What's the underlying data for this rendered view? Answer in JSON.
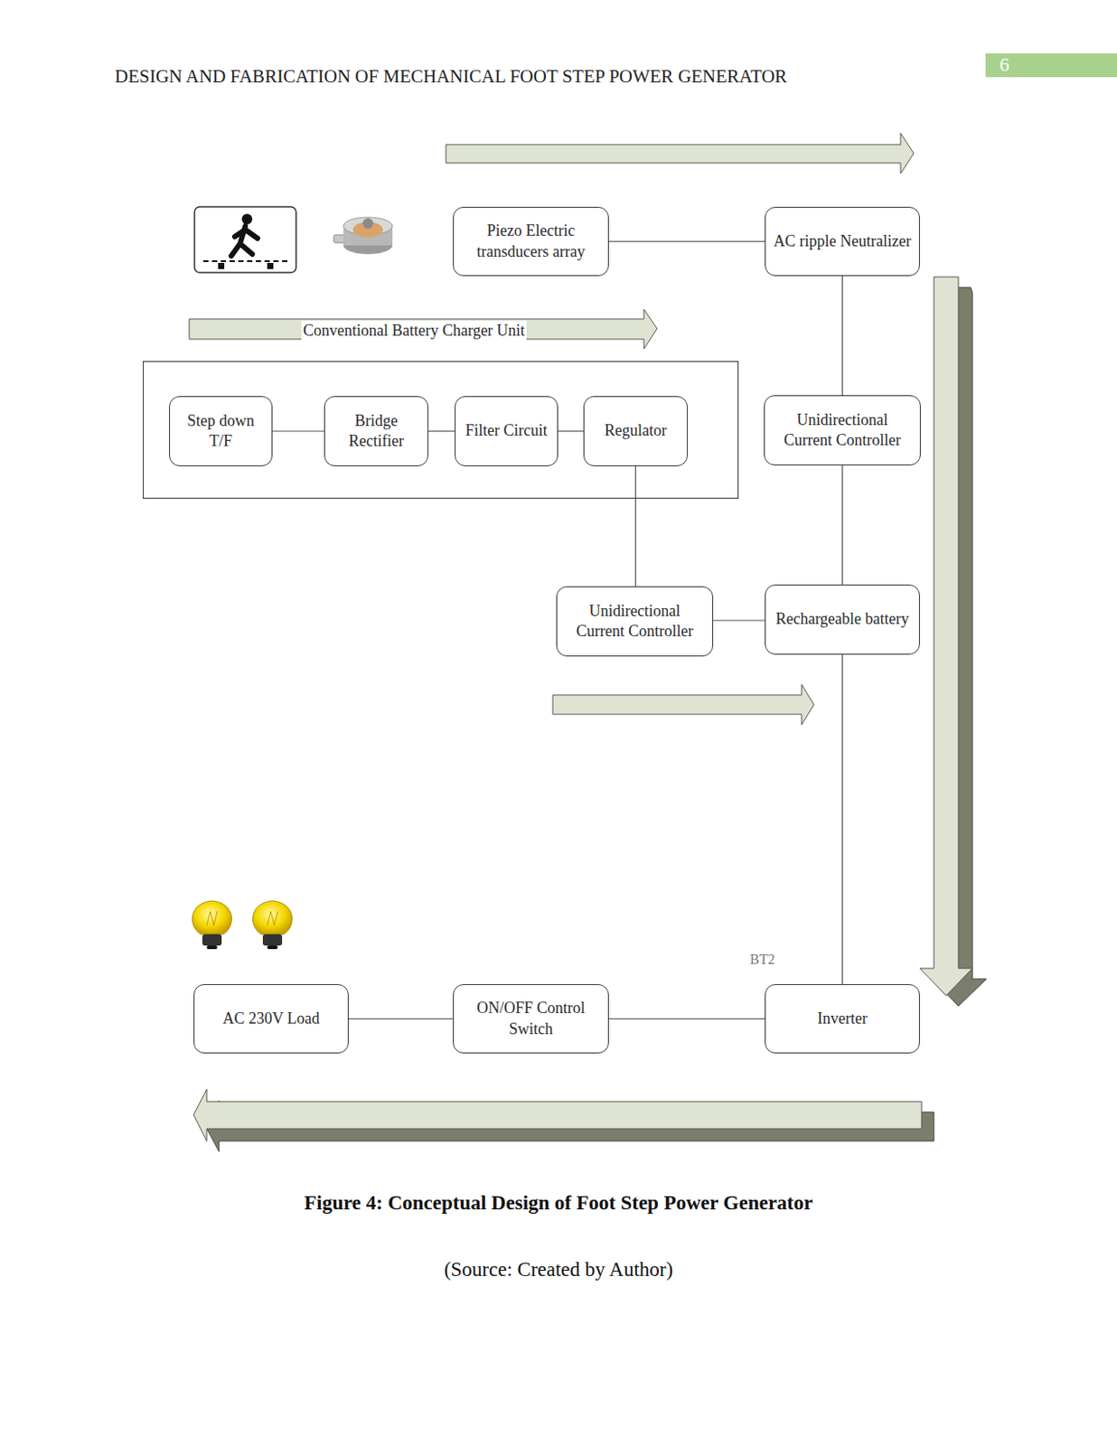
{
  "diagram": {
    "caption": "Figure 4: Conceptual Design of Foot Step Power Generator",
    "nodes": [
      {
        "text": [
          "Piezo Electric transducers array"
        ]
      },
      {
        "text": [
          "AC ripple Neutralizer"
        ]
      },
      {
        "text": [
          "Conventional Battery Charger Unit"
        ]
      },
      {
        "text": [
          "Step down T/F"
        ],
        "in": 2
      },
      {
        "text": [
          "Bridge Rectifier"
        ],
        "in": 2
      },
      {
        "text": [
          "Filter Circuit"
        ],
        "in": 2
      },
      {
        "text": [
          "Regulator"
        ],
        "in": 2
      },
      {
        "text": [
          "Unidirectional Current Controller"
        ]
      },
      {
        "text": [
          "Unidirectional Current Controller"
        ]
      },
      {
        "text": [
          "Rechargeable battery"
        ]
      },
      {
        "text": [
          "AC 230V Load"
        ]
      },
      {
        "text": [
          "ON/OFF Control Switch"
        ]
      },
      {
        "text": [
          "Inverter"
        ]
      }
    ],
    "edges": [
      {
        "from": 0,
        "to": 1,
        "arrow": "none"
      },
      {
        "from": 1,
        "to": 7,
        "arrow": "none"
      },
      {
        "from": 3,
        "to": 4,
        "arrow": "none"
      },
      {
        "from": 4,
        "to": 5,
        "arrow": "none"
      },
      {
        "from": 5,
        "to": 6,
        "arrow": "none"
      },
      {
        "from": 6,
        "to": 8,
        "arrow": "none"
      },
      {
        "from": 7,
        "to": 9,
        "arrow": "none"
      },
      {
        "from": 8,
        "to": 9,
        "arrow": "none"
      },
      {
        "from": 9,
        "to": 12,
        "arrow": "none"
      },
      {
        "from": 12,
        "to": 11,
        "arrow": "none"
      },
      {
        "from": 11,
        "to": 10,
        "arrow": "none"
      }
    ],
    "labels": [
      "DESIGN AND FABRICATION OF MECHANICAL FOOT STEP POWER GENERATOR",
      "6",
      "BT2",
      "(Source: Created by Author)"
    ]
  }
}
